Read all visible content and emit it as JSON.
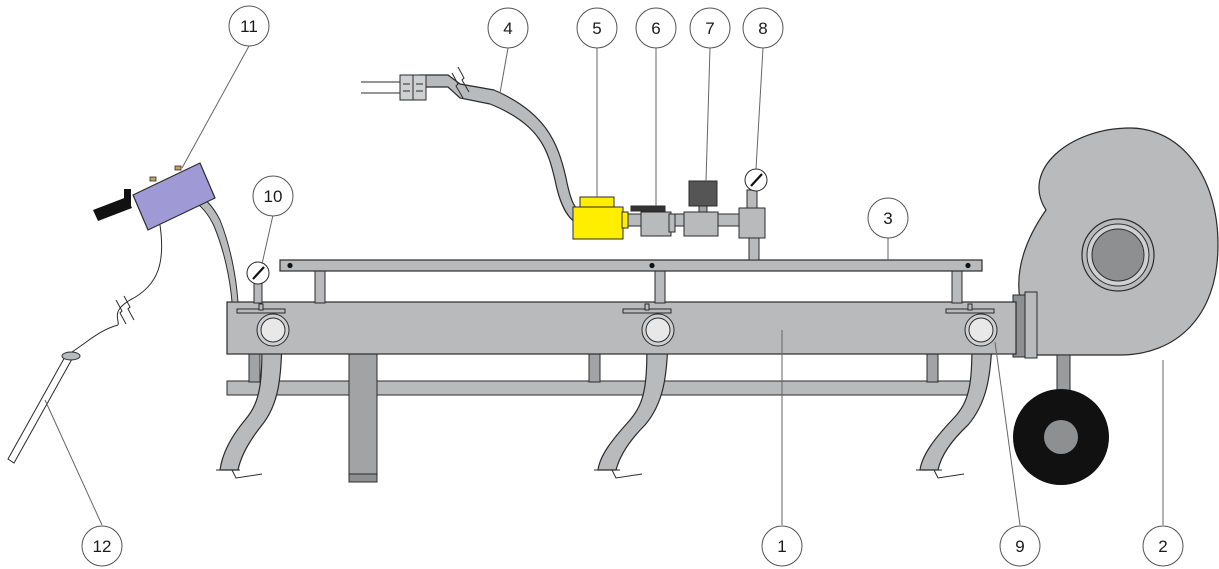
{
  "diagram": {
    "callouts": [
      {
        "id": "c1",
        "label": "1"
      },
      {
        "id": "c2",
        "label": "2"
      },
      {
        "id": "c3",
        "label": "3"
      },
      {
        "id": "c4",
        "label": "4"
      },
      {
        "id": "c5",
        "label": "5"
      },
      {
        "id": "c6",
        "label": "6"
      },
      {
        "id": "c7",
        "label": "7"
      },
      {
        "id": "c8",
        "label": "8"
      },
      {
        "id": "c9",
        "label": "9"
      },
      {
        "id": "c10",
        "label": "10"
      },
      {
        "id": "c11",
        "label": "11"
      },
      {
        "id": "c12",
        "label": "12"
      }
    ],
    "colors": {
      "metal": "#b9babc",
      "metal_dark": "#a2a3a5",
      "outline": "#2b2b2b",
      "valve_yellow": "#ffee00",
      "device_purple": "#9f9ad6",
      "wheel": "#111111",
      "leader": "#666666"
    }
  }
}
